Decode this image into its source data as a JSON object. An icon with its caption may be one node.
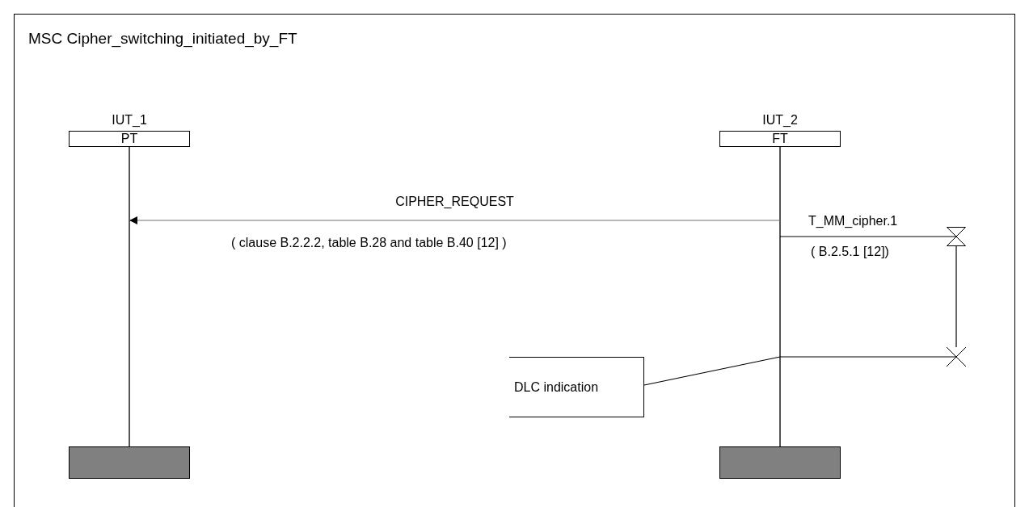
{
  "diagram": {
    "title": "MSC  Cipher_switching_initiated_by_FT",
    "nodes": [
      {
        "text": [
          "IUT_1",
          "PT"
        ]
      },
      {
        "text": [
          "IUT_2",
          "FT"
        ]
      },
      {
        "text": [],
        "shape": "bar"
      },
      {
        "text": [],
        "shape": "bar"
      },
      {
        "text": [
          "DLC indication"
        ]
      },
      {
        "text": [],
        "shape": "hourglass"
      },
      {
        "text": [],
        "shape": "cross"
      }
    ],
    "edges": [
      {
        "from": 1,
        "to": 0,
        "arrow": "to",
        "label": "CIPHER_REQUEST",
        "color": "#707070"
      },
      {
        "from": 1,
        "to": 5,
        "arrow": "none"
      },
      {
        "from": 5,
        "to": 6,
        "arrow": "none"
      },
      {
        "from": 1,
        "to": 6,
        "arrow": "none"
      },
      {
        "from": 4,
        "to": 1,
        "arrow": "none"
      }
    ],
    "labels": [
      "( clause B.2.2.2, table B.28 and table B.40 [12] )",
      "T_MM_cipher.1",
      "( B.2.5.1 [12])"
    ]
  }
}
